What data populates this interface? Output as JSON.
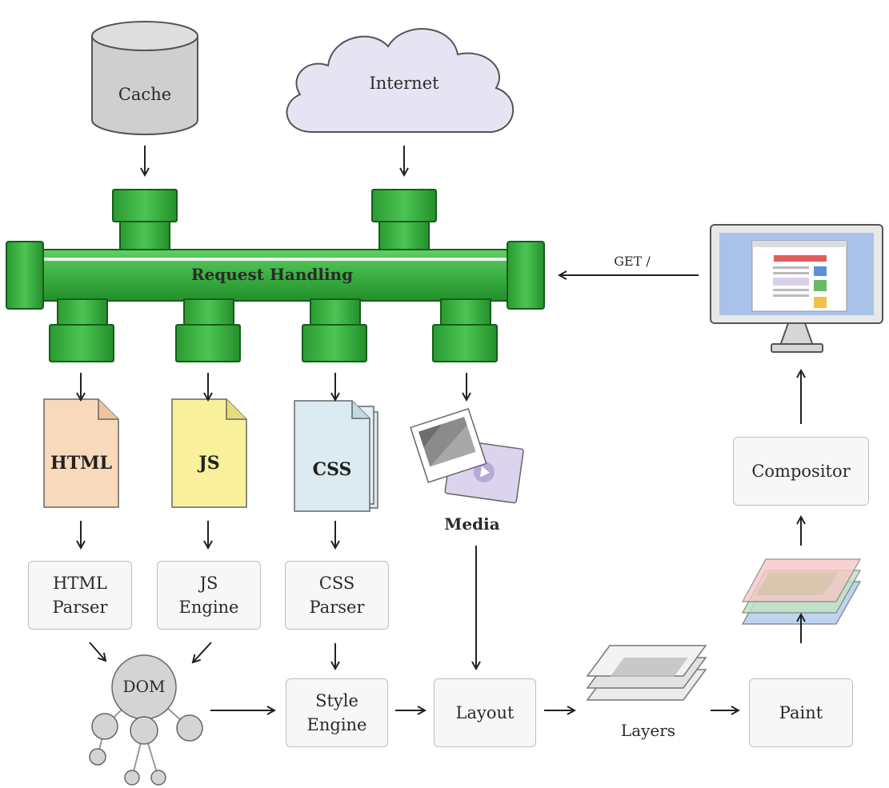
{
  "sources": {
    "cache_label": "Cache",
    "internet_label": "Internet"
  },
  "request": {
    "pipe_label": "Request Handling",
    "get_label": "GET /"
  },
  "resources": {
    "html_label": "HTML",
    "js_label": "JS",
    "css_label": "CSS",
    "media_label": "Media"
  },
  "parsers": {
    "html_parser": "HTML\nParser",
    "js_engine": "JS\nEngine",
    "css_parser": "CSS\nParser"
  },
  "pipeline": {
    "dom_label": "DOM",
    "style_engine": "Style\nEngine",
    "layout": "Layout",
    "layers_label": "Layers",
    "paint": "Paint",
    "compositor": "Compositor"
  },
  "colors": {
    "pipe_green": "#3cb043",
    "pipe_dark": "#1f8a2a",
    "html_doc": "#f9d9bb",
    "js_doc": "#f8f09a",
    "css_doc": "#dcebf2",
    "cache_gray": "#d0d0d0",
    "cloud": "#e4e2f2",
    "monitor_screen": "#a9c3e8",
    "box_fill": "#f7f7f7",
    "box_border": "#bdbdbd"
  }
}
